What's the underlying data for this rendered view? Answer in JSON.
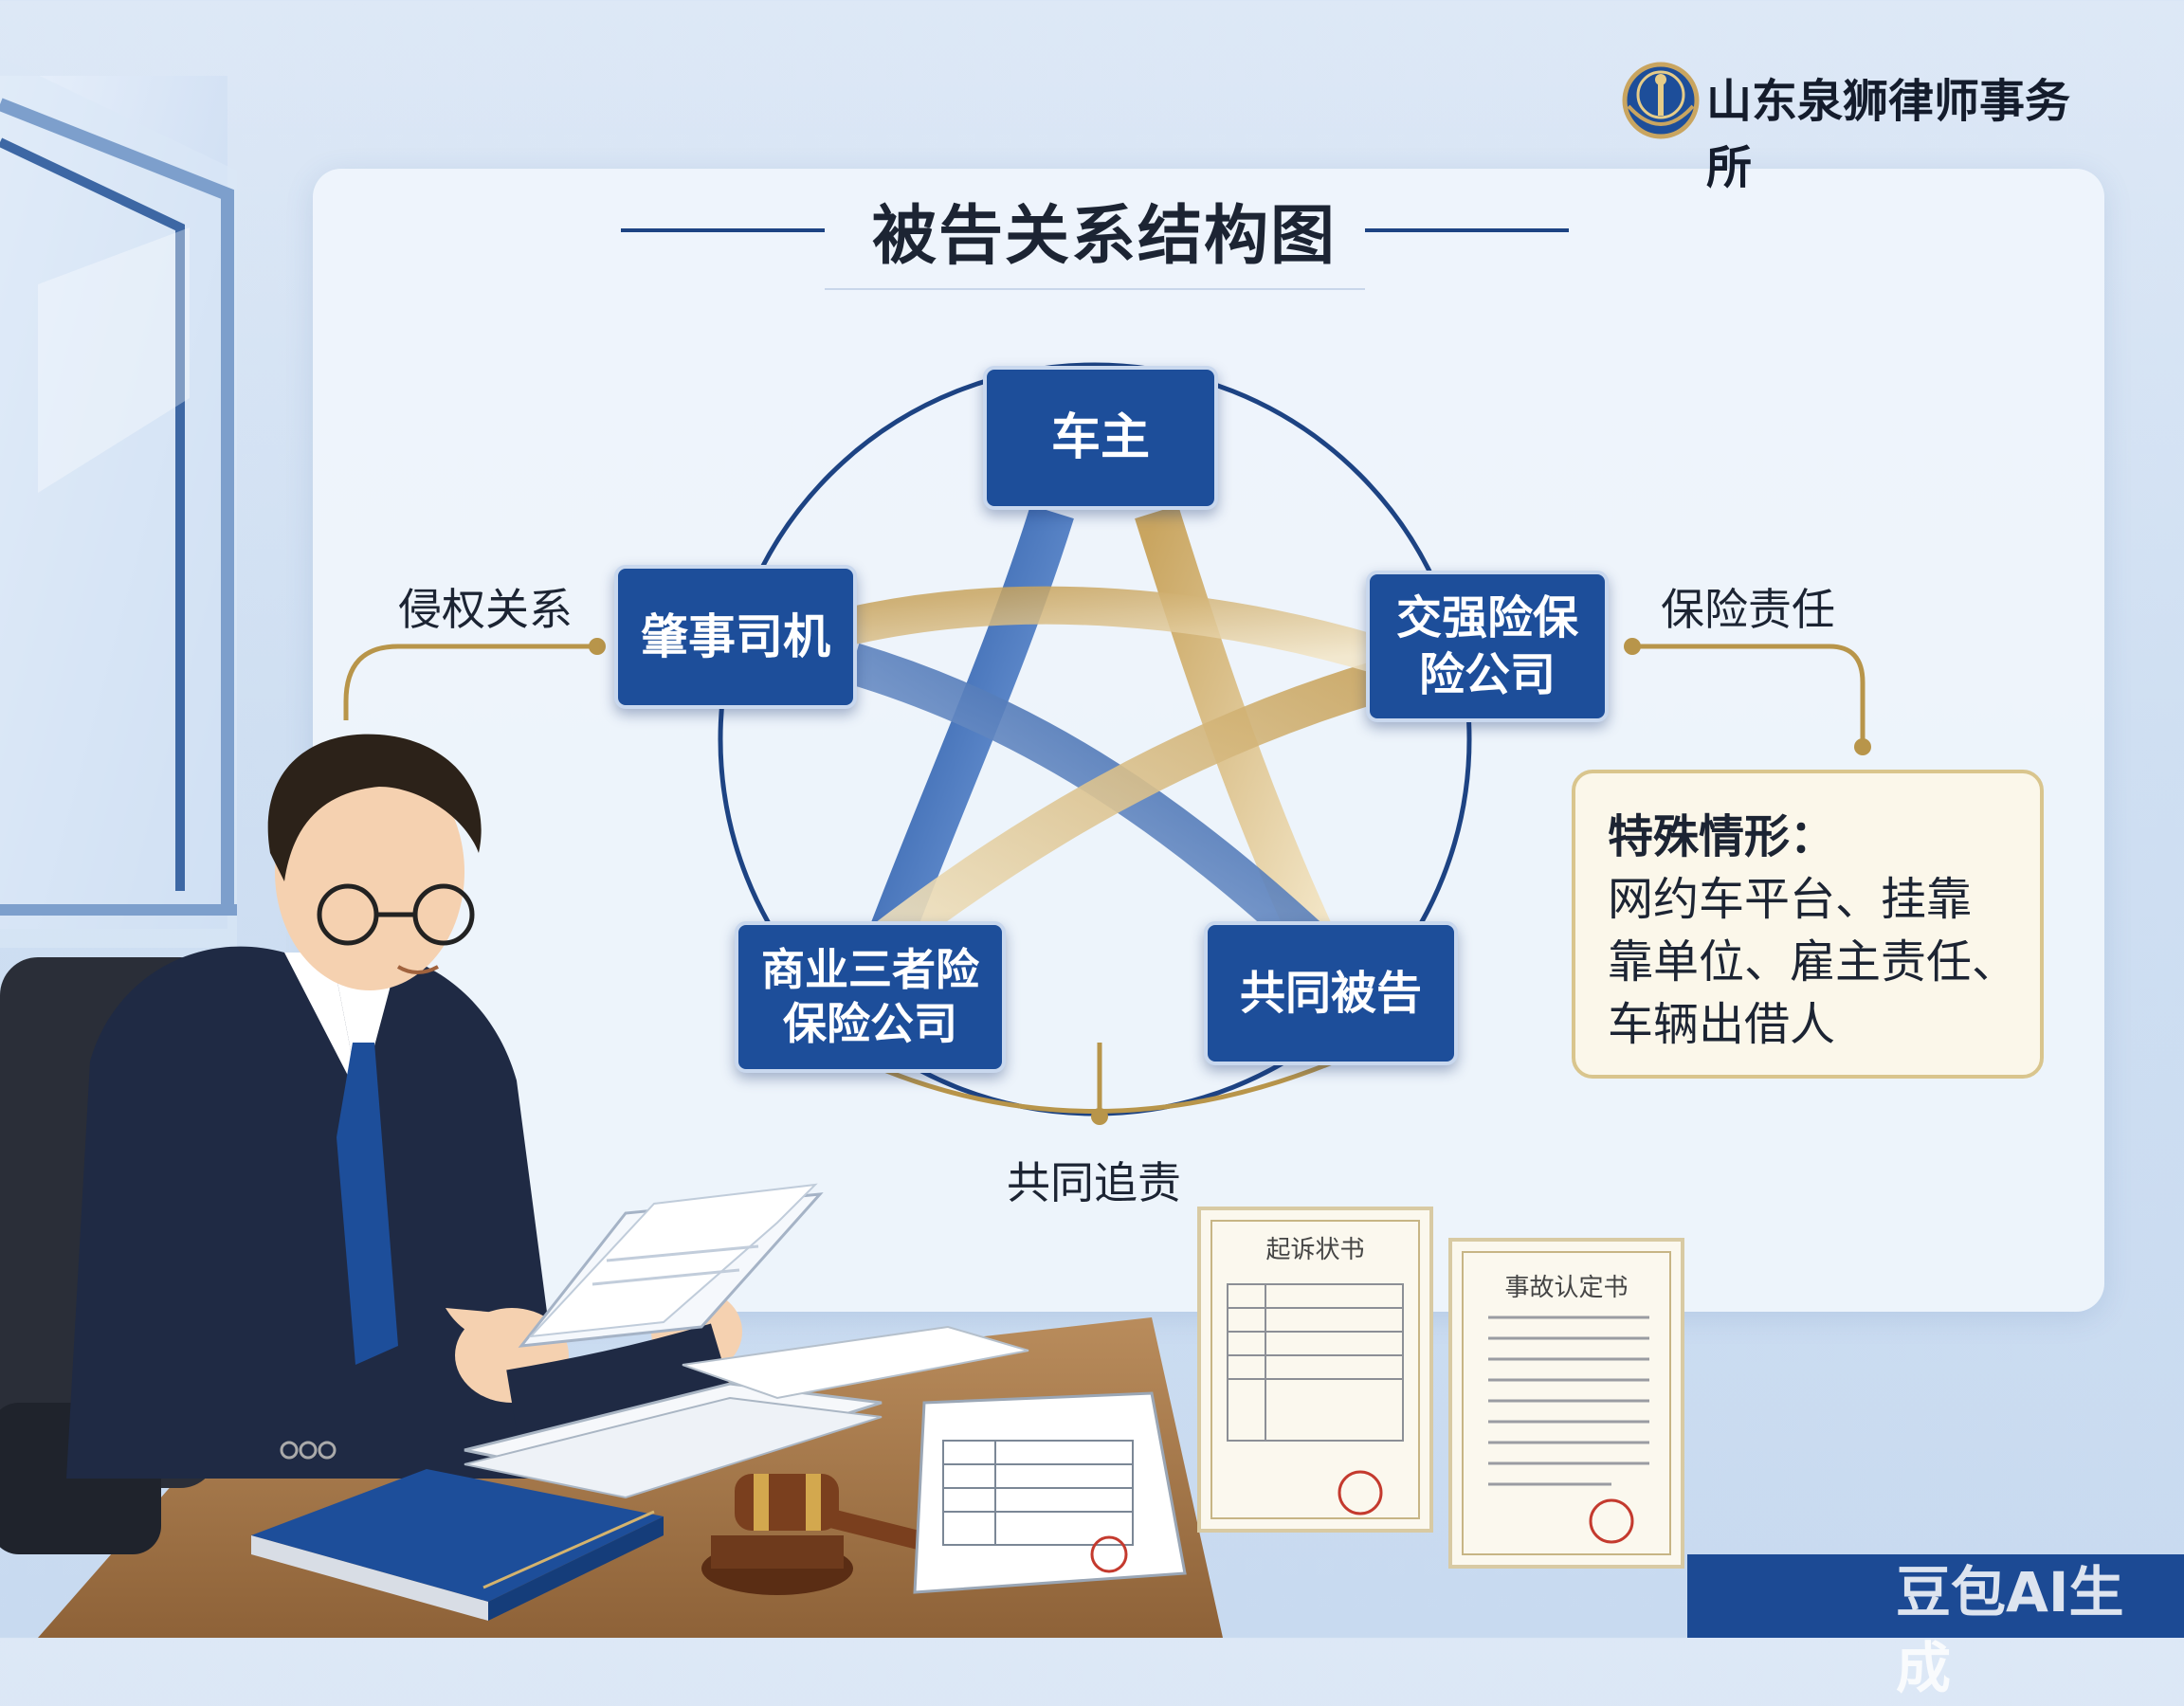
{
  "firm": {
    "name": "山东泉狮律师事务所",
    "logo_icon": "law-firm-emblem-icon"
  },
  "diagram": {
    "title": "被告关系结构图",
    "nodes": {
      "owner": "车主",
      "driver": "肇事司机",
      "compulsory_insurer": "交强险保\n险公司",
      "commercial_insurer": "商业三者险\n保险公司",
      "co_defendant": "共同被告"
    },
    "annotations": {
      "tort": "侵权关系",
      "insurance": "保险责任",
      "joint": "共同追责"
    },
    "special_case": {
      "heading": "特殊情形：",
      "lines": [
        "网约车平台、挂靠",
        "靠单位、雇主责任、",
        "车辆出借人"
      ]
    }
  },
  "documents": {
    "doc1_title": "起诉状书",
    "doc2_title": "事故认定书"
  },
  "watermark": "豆包AI生成",
  "colors": {
    "node_blue": "#1d4e9a",
    "ribbon_gold": "#c9a560",
    "circle": "#1d4383",
    "accent_gold": "#b8954a"
  }
}
